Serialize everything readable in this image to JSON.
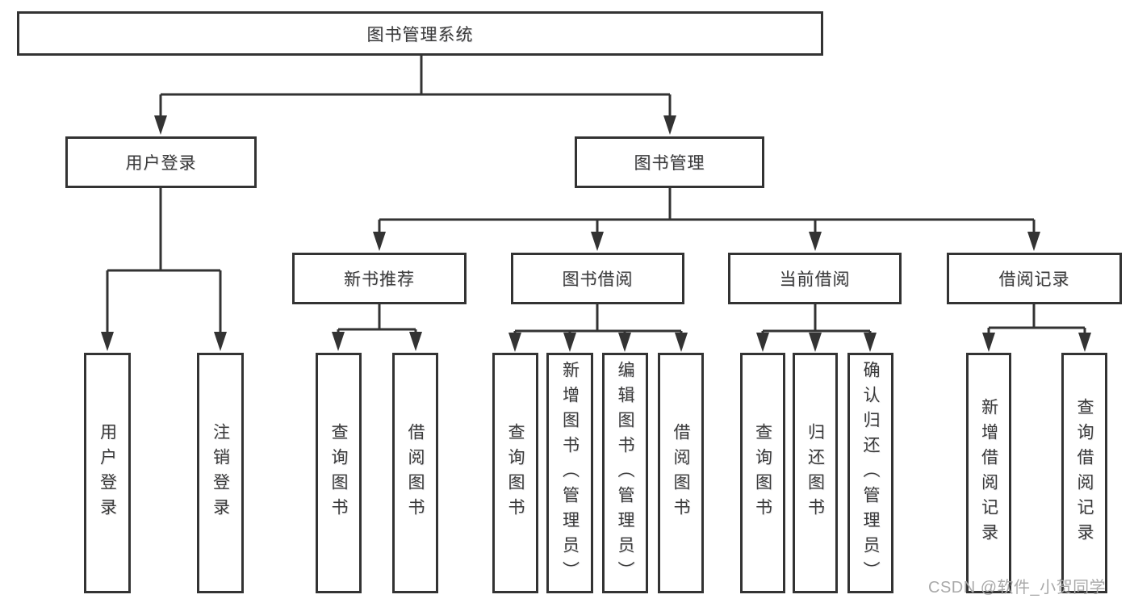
{
  "diagram": {
    "tree": {
      "label": "图书管理系统",
      "children": [
        {
          "label": "用户登录",
          "children": [
            {
              "label": "用户登录"
            },
            {
              "label": "注销登录"
            }
          ]
        },
        {
          "label": "图书管理",
          "children": [
            {
              "label": "新书推荐",
              "children": [
                {
                  "label": "查询图书"
                },
                {
                  "label": "借阅图书"
                }
              ]
            },
            {
              "label": "图书借阅",
              "children": [
                {
                  "label": "查询图书"
                },
                {
                  "label": "新增图书（管理员）"
                },
                {
                  "label": "编辑图书（管理员）"
                },
                {
                  "label": "借阅图书"
                }
              ]
            },
            {
              "label": "当前借阅",
              "children": [
                {
                  "label": "查询图书"
                },
                {
                  "label": "归还图书"
                },
                {
                  "label": "确认归还（管理员）"
                }
              ]
            },
            {
              "label": "借阅记录",
              "children": [
                {
                  "label": "新增借阅记录"
                },
                {
                  "label": "查询借阅记录"
                }
              ]
            }
          ]
        }
      ]
    },
    "colors": {
      "line": "#333333",
      "box_border": "#333333",
      "text": "#3a3a3a",
      "background": "#ffffff",
      "watermark": "#a9a9a9"
    }
  },
  "watermark": {
    "text": "CSDN @软件_小贺同学"
  }
}
